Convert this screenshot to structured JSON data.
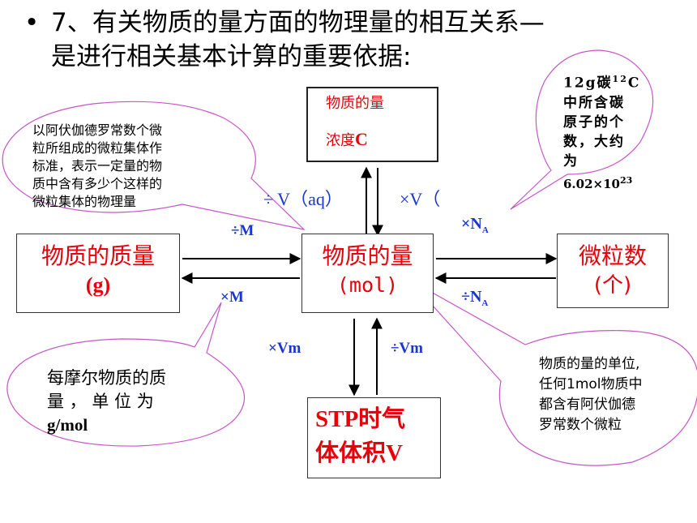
{
  "heading": {
    "bullet": "•",
    "line1": "7、有关物质的量方面的物理量的相互关系—",
    "line2": "是进行相关基本计算的重要依据:"
  },
  "boxes": {
    "concentration_line1": "物质的量",
    "concentration_line2_prefix": "浓度",
    "concentration_line2_letter": "C",
    "mass_line1": "物质的质量",
    "mass_line2": "(g)",
    "amount_line1": "物质的量",
    "amount_line2": "(mol)",
    "particles_line1": "微粒数",
    "particles_line2": "(个)",
    "gas_line1": "STP时气",
    "gas_line2": "体体积V"
  },
  "arrows": {
    "div_v_aq": "÷ V（aq）",
    "times_v": "×V（",
    "div_m": "÷M",
    "times_m": "×M",
    "times_na": "×N",
    "div_na": "÷N",
    "na_sub": "A",
    "times_vm": "×Vm",
    "div_vm": "÷Vm"
  },
  "callouts": {
    "mole_def": [
      "以阿伏伽德罗常数个微",
      "粒所组成的微粒集体作",
      "标准，表示一定量的物",
      "质中含有多少个这样的",
      "微粒集体的物理量"
    ],
    "avogadro_l1_prefix": "12g碳",
    "avogadro_l1_sup": "12",
    "avogadro_l1_suffix": "C",
    "avogadro_rest": [
      "中所含碳",
      "原子的个",
      "数，大约",
      "为"
    ],
    "avogadro_value": "6.02×10",
    "avogadro_exp": "23",
    "molar_mass": [
      "每摩尔物质的质",
      "量 ， 单 位 为",
      "g/mol"
    ],
    "unit": [
      "物质的量的单位,",
      "任何1mol物质中",
      "都含有阿伏伽德",
      "罗常数个微粒"
    ]
  },
  "colors": {
    "accent_red": "#e8000b",
    "label_blue": "#1a36d1",
    "callout_stroke": "#c855c8"
  }
}
